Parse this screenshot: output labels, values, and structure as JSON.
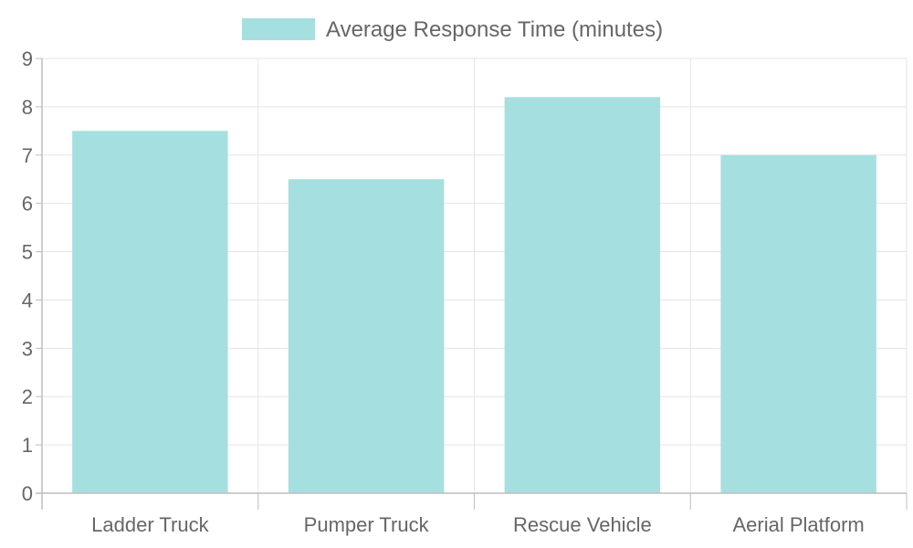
{
  "chart_data": {
    "type": "bar",
    "categories": [
      "Ladder Truck",
      "Pumper Truck",
      "Rescue Vehicle",
      "Aerial Platform"
    ],
    "series": [
      {
        "name": "Average Response Time (minutes)",
        "values": [
          7.5,
          6.5,
          8.2,
          7.0
        ]
      }
    ],
    "ylim": [
      0,
      9
    ],
    "y_ticks": [
      "0",
      "1",
      "2",
      "3",
      "4",
      "5",
      "6",
      "7",
      "8",
      "9"
    ],
    "grid": true,
    "legend_position": "top",
    "colors": {
      "bar_fill": "#a6dfe0",
      "grid": "#e5e5e5",
      "axis": "#bdbdbd",
      "text": "#666666"
    }
  }
}
